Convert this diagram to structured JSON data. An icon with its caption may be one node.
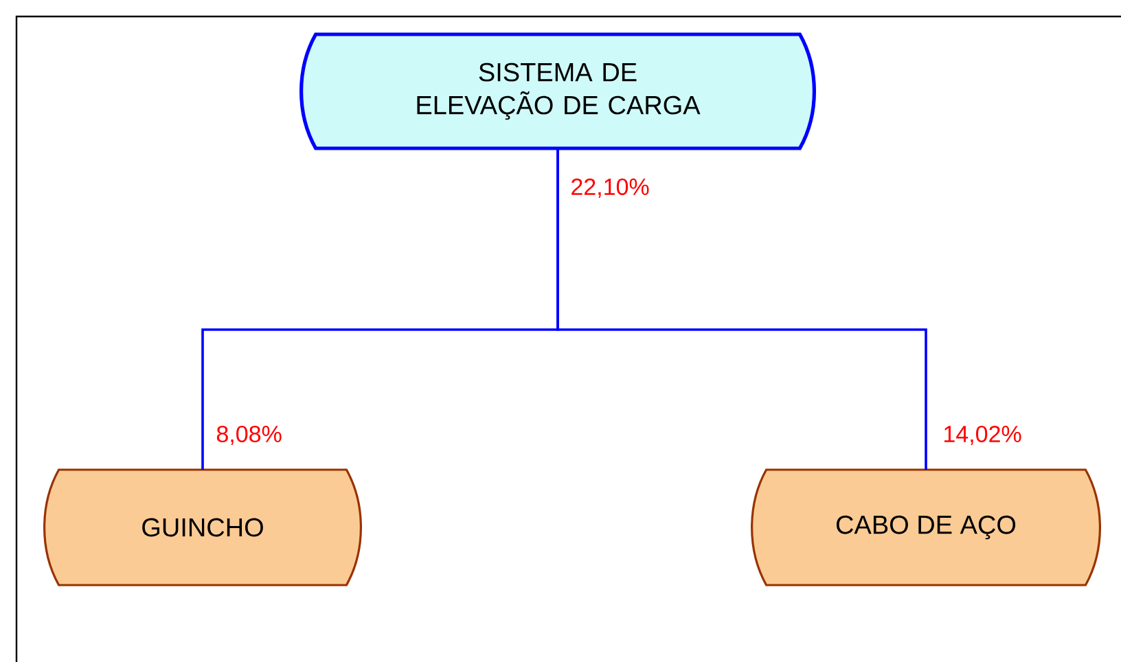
{
  "diagram": {
    "nodes": [
      {
        "text": [
          "SISTEMA DE ELEVAÇÃO DE CARGA"
        ],
        "beside": [
          "22,10%"
        ]
      },
      {
        "text": [
          "GUINCHO"
        ],
        "beside": [
          "8,08%"
        ]
      },
      {
        "text": [
          "CABO DE AÇO"
        ],
        "beside": [
          "14,02%"
        ]
      }
    ],
    "edges": [
      {
        "from": 0,
        "to": 1,
        "arrow": "none"
      },
      {
        "from": 0,
        "to": 2,
        "arrow": "none"
      }
    ]
  }
}
